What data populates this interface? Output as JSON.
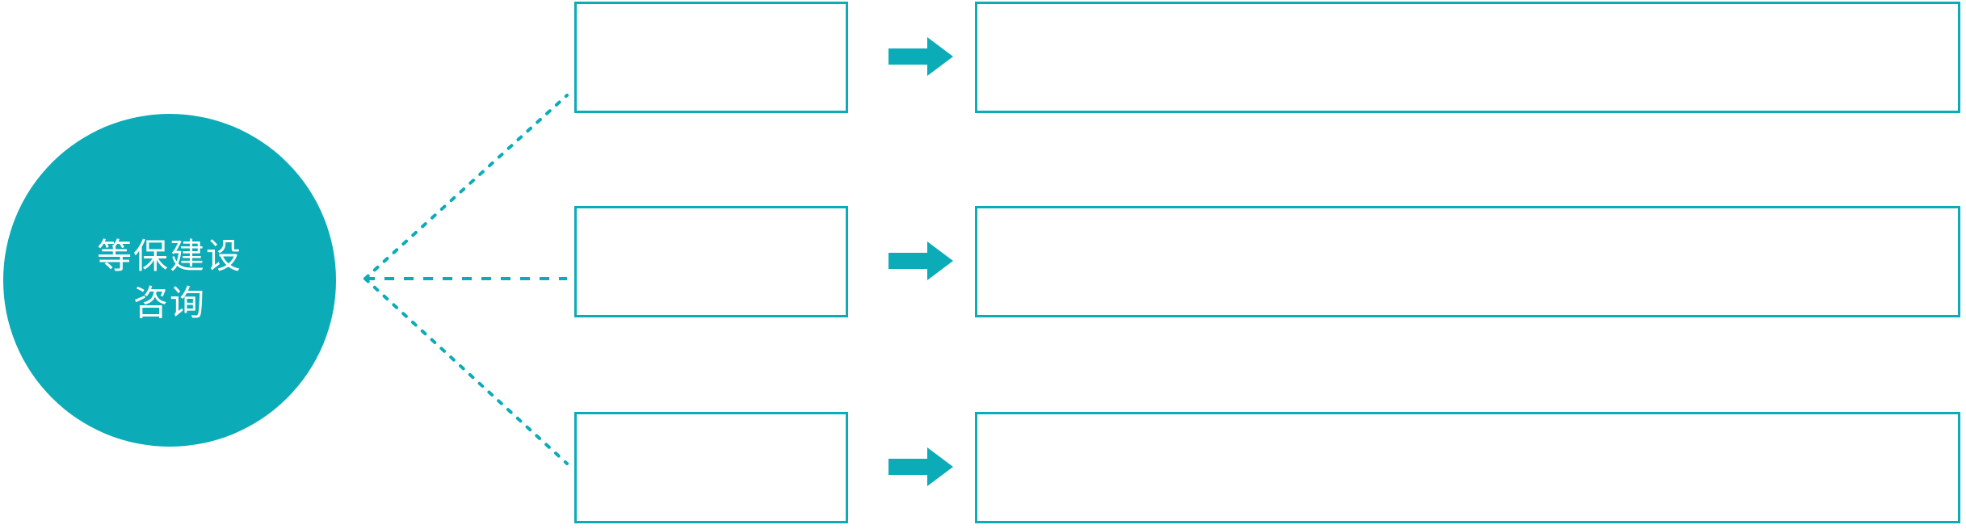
{
  "theme": {
    "accent_color": "#0BABB8",
    "background_color": "#FFFFFF",
    "hub_text_color": "#FFFFFF"
  },
  "hub": {
    "name": "等保建设咨询",
    "lines": [
      "等保建设",
      "咨询"
    ]
  },
  "connector": {
    "style": "dotted",
    "color": "#0BABB8",
    "branch_count": 3
  },
  "rows": [
    {
      "index": 1,
      "stage_label": "",
      "detail_label": "",
      "arrow_icon": "right-arrow-icon"
    },
    {
      "index": 2,
      "stage_label": "",
      "detail_label": "",
      "arrow_icon": "right-arrow-icon"
    },
    {
      "index": 3,
      "stage_label": "",
      "detail_label": "",
      "arrow_icon": "right-arrow-icon"
    }
  ]
}
